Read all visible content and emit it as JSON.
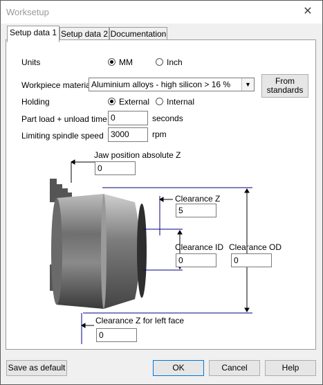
{
  "window": {
    "title": "Worksetup"
  },
  "tabs": [
    {
      "label": "Setup data 1",
      "active": true
    },
    {
      "label": "Setup data 2",
      "active": false
    },
    {
      "label": "Documentation",
      "active": false
    }
  ],
  "form": {
    "units": {
      "label": "Units",
      "options": [
        "MM",
        "Inch"
      ],
      "selected": "MM"
    },
    "material": {
      "label": "Workpiece material",
      "value": "Aluminium alloys - high silicon > 16 %",
      "from_standards": "From\nstandards"
    },
    "holding": {
      "label": "Holding",
      "options": [
        "External",
        "Internal"
      ],
      "selected": "External"
    },
    "part_load": {
      "label": "Part load + unload time",
      "value": "0",
      "unit": "seconds"
    },
    "spindle": {
      "label": "Limiting spindle speed",
      "value": "3000",
      "unit": "rpm"
    }
  },
  "diagram": {
    "jaw_label": "Jaw position absolute Z",
    "jaw_value": "0",
    "clearance_z_label": "Clearance Z",
    "clearance_z_value": "5",
    "clearance_id_label": "Clearance ID",
    "clearance_id_value": "0",
    "clearance_od_label": "Clearance OD",
    "clearance_od_value": "0",
    "clearance_left_label": "Clearance Z for left face",
    "clearance_left_value": "0"
  },
  "buttons": {
    "save_default": "Save as default",
    "ok": "OK",
    "cancel": "Cancel",
    "help": "Help"
  },
  "colors": {
    "guide_line": "#000080"
  }
}
